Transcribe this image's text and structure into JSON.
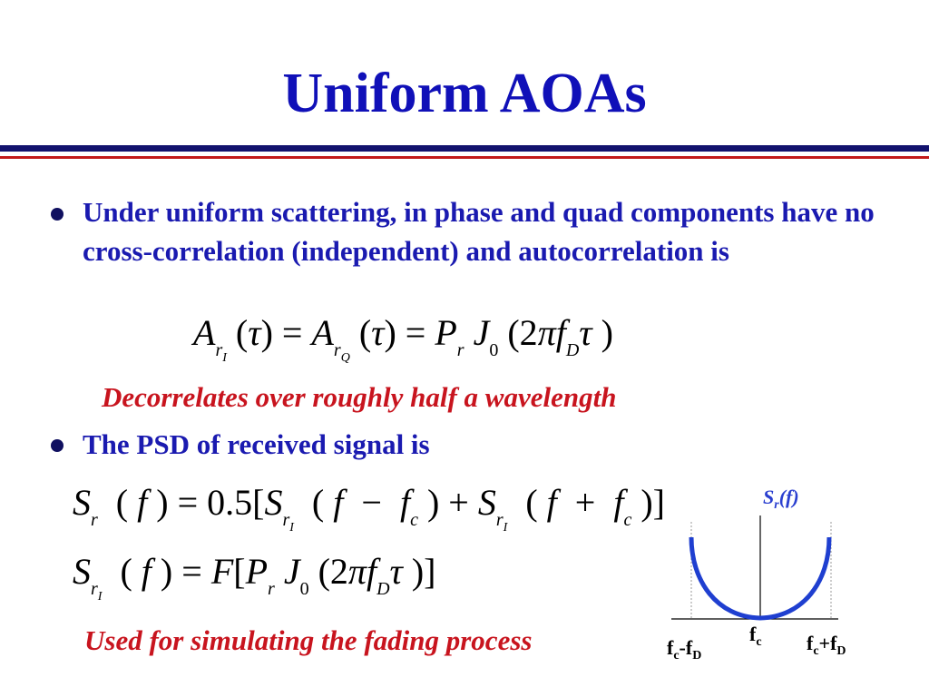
{
  "slide": {
    "title": "Uniform AOAs",
    "bullets": [
      "Under uniform scattering, in phase and quad components have no cross-correlation (independent) and autocorrelation is",
      "The PSD of received signal is"
    ],
    "notes": [
      "Decorrelates over roughly half a wavelength",
      "Used for simulating the fading process"
    ]
  },
  "equations": {
    "autocorrelation": "A_{r_I}(τ) = A_{r_Q}(τ) = P_r J_0(2πf_Dτ)",
    "psd_total": "S_r(f) = 0.5[S_{r_I}(f − f_c) + S_{r_I}(f + f_c)]",
    "psd_inphase": "S_{r_I}(f) = F[P_r J_0(2πf_Dτ)]"
  },
  "psd_plot": {
    "title_main": "S",
    "title_sub": "r",
    "title_arg": "(f)",
    "label_left": "f",
    "label_left_sub": "c",
    "label_left_mid": "-f",
    "label_left_sub2": "D",
    "label_center": "f",
    "label_center_sub": "c",
    "label_right": "f",
    "label_right_sub": "c",
    "label_right_mid": "+f",
    "label_right_sub2": "D",
    "curve_color": "#1f3fd0"
  },
  "colors": {
    "title": "#1010b8",
    "body_text": "#1a1ab0",
    "note": "#c8141e",
    "rule_top": "#12126e",
    "rule_bottom": "#c21a1a"
  }
}
